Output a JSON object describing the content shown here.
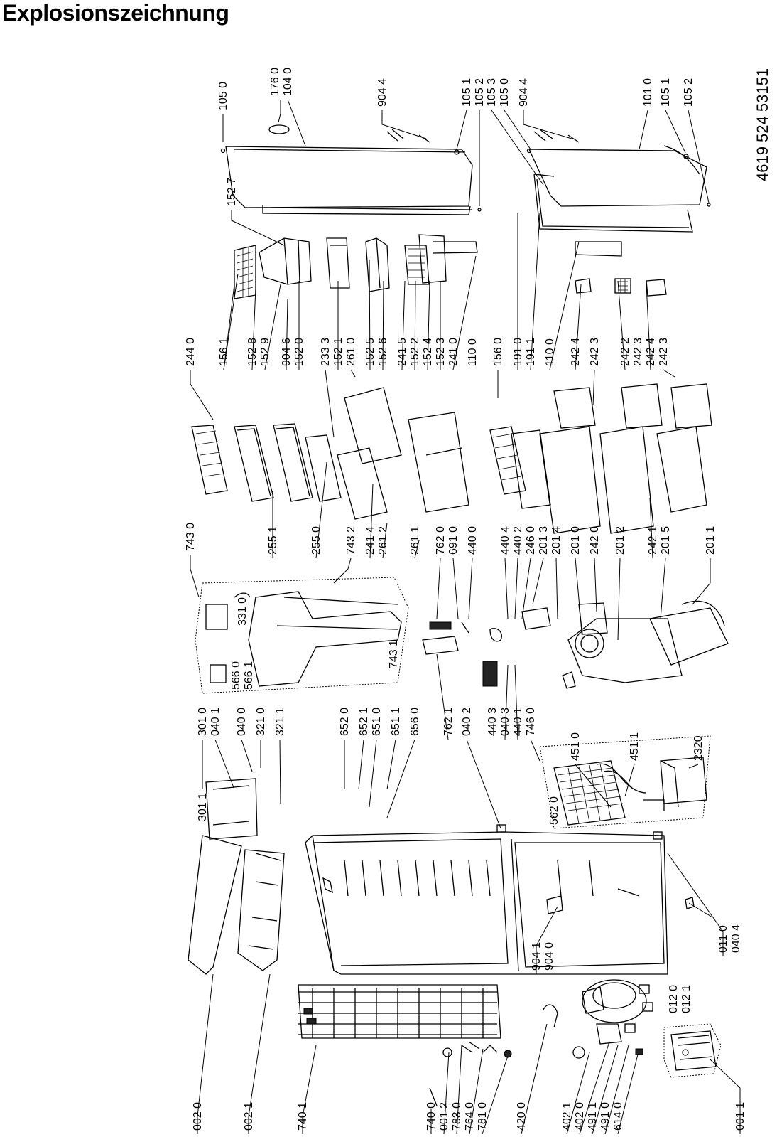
{
  "title": "Explosionszeichnung",
  "document_number": "4619 524 53151",
  "callouts": [
    "105 0",
    "176 0",
    "104 0",
    "904 4",
    "105 1",
    "105 2",
    "105 3",
    "105 0",
    "904 4",
    "101 0",
    "105 1",
    "105 2",
    "152 7",
    "244 0",
    "156 1",
    "152 8",
    "152 9",
    "904 6",
    "152 0",
    "233 3",
    "152 1",
    "261 0",
    "152 5",
    "152 6",
    "241 5",
    "152 2",
    "152 4",
    "152 3",
    "241 0",
    "110 0",
    "156 0",
    "191 0",
    "191 1",
    "110 0",
    "242 4",
    "242 3",
    "242 2",
    "242 3",
    "242 4",
    "242 3",
    "743 0",
    "255 1",
    "255 0",
    "743 2",
    "241 4",
    "261 2",
    "261 1",
    "762 0",
    "691 0",
    "440 0",
    "440 4",
    "440 2",
    "246 0",
    "201 3",
    "201 4",
    "201 0",
    "242 0",
    "201 2",
    "242 1",
    "201 5",
    "201 1",
    "331 0",
    "566 0",
    "566 1",
    "743 1",
    "301 1",
    "301 0",
    "040 1",
    "040 0",
    "321 0",
    "321 1",
    "652 0",
    "652 1",
    "651 0",
    "651 1",
    "656 0",
    "762 1",
    "040 2",
    "440 3",
    "040 3",
    "440 1",
    "746 0",
    "451 0",
    "451 1",
    "2320",
    "562 0",
    "904 1",
    "904 0",
    "011 0",
    "040 4",
    "012 0",
    "012 1",
    "002 0",
    "002 1",
    "740 1",
    "740 0",
    "001 2",
    "783 0",
    "764 0",
    "781 0",
    "420 0",
    "402 1",
    "402 0",
    "491 1",
    "491 0",
    "614 0",
    "001 1"
  ]
}
